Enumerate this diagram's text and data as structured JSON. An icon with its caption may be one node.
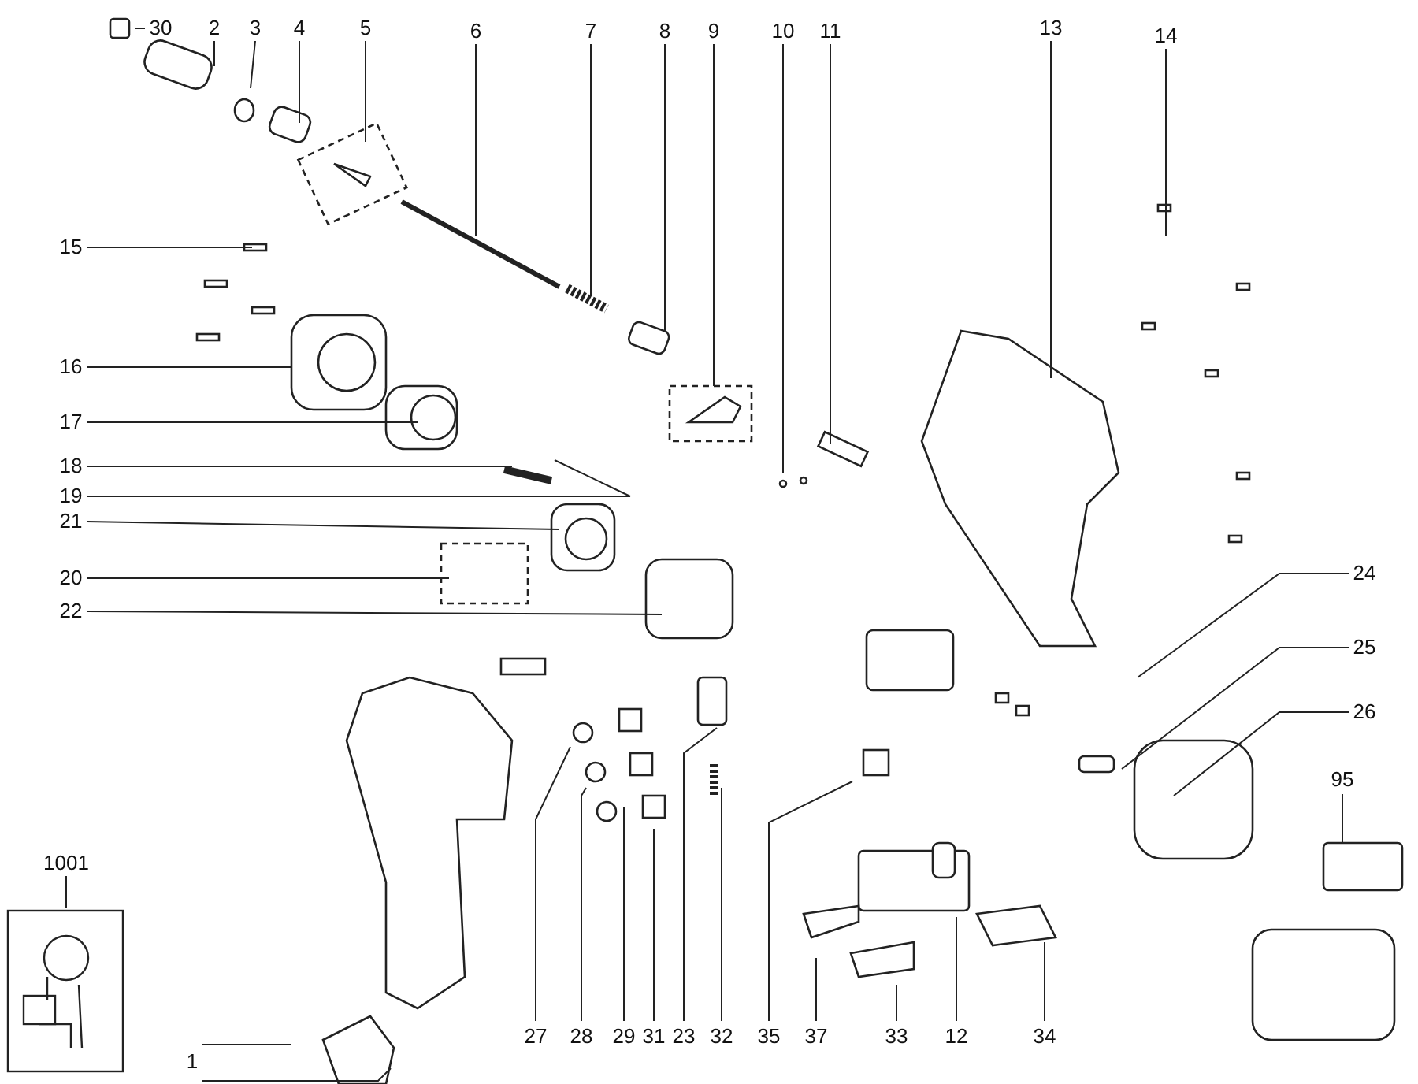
{
  "diagram": {
    "nodes": [
      {
        "text": [
          "30"
        ]
      },
      {
        "text": [
          "2"
        ]
      },
      {
        "text": [
          "3"
        ]
      },
      {
        "text": [
          "4"
        ]
      },
      {
        "text": [
          "5"
        ]
      },
      {
        "text": [
          "6"
        ]
      },
      {
        "text": [
          "7"
        ]
      },
      {
        "text": [
          "8"
        ]
      },
      {
        "text": [
          "9"
        ]
      },
      {
        "text": [
          "10"
        ]
      },
      {
        "text": [
          "11"
        ]
      },
      {
        "text": [
          "13"
        ]
      },
      {
        "text": [
          "14"
        ]
      },
      {
        "text": [
          "15"
        ]
      },
      {
        "text": [
          "16"
        ]
      },
      {
        "text": [
          "17"
        ]
      },
      {
        "text": [
          "18"
        ]
      },
      {
        "text": [
          "19"
        ]
      },
      {
        "text": [
          "21"
        ]
      },
      {
        "text": [
          "20"
        ]
      },
      {
        "text": [
          "22"
        ]
      },
      {
        "text": [
          "24"
        ]
      },
      {
        "text": [
          "25"
        ]
      },
      {
        "text": [
          "26"
        ]
      },
      {
        "text": [
          "95"
        ]
      },
      {
        "text": [
          "1001"
        ]
      },
      {
        "text": [
          "1"
        ]
      },
      {
        "text": [
          "27"
        ]
      },
      {
        "text": [
          "28"
        ]
      },
      {
        "text": [
          "29"
        ]
      },
      {
        "text": [
          "31"
        ]
      },
      {
        "text": [
          "23"
        ]
      },
      {
        "text": [
          "32"
        ]
      },
      {
        "text": [
          "35"
        ]
      },
      {
        "text": [
          "37"
        ]
      },
      {
        "text": [
          "33"
        ]
      },
      {
        "text": [
          "12"
        ]
      },
      {
        "text": [
          "34"
        ]
      }
    ],
    "edges": [
      {
        "from": 0,
        "to": null,
        "arrow": "none"
      },
      {
        "from": 1,
        "to": null,
        "arrow": "none"
      },
      {
        "from": 2,
        "to": null,
        "arrow": "none"
      },
      {
        "from": 3,
        "to": null,
        "arrow": "none"
      },
      {
        "from": 4,
        "to": null,
        "arrow": "none"
      },
      {
        "from": 5,
        "to": null,
        "arrow": "none"
      },
      {
        "from": 6,
        "to": null,
        "arrow": "none"
      },
      {
        "from": 7,
        "to": null,
        "arrow": "none"
      },
      {
        "from": 8,
        "to": null,
        "arrow": "none"
      },
      {
        "from": 9,
        "to": null,
        "arrow": "none"
      },
      {
        "from": 10,
        "to": null,
        "arrow": "none"
      },
      {
        "from": 11,
        "to": null,
        "arrow": "none"
      },
      {
        "from": 12,
        "to": null,
        "arrow": "none"
      },
      {
        "from": 13,
        "to": null,
        "arrow": "none"
      },
      {
        "from": 14,
        "to": null,
        "arrow": "none"
      },
      {
        "from": 15,
        "to": null,
        "arrow": "none"
      },
      {
        "from": 16,
        "to": null,
        "arrow": "none"
      },
      {
        "from": 17,
        "to": null,
        "arrow": "none"
      },
      {
        "from": 18,
        "to": null,
        "arrow": "none"
      },
      {
        "from": 19,
        "to": null,
        "arrow": "none"
      },
      {
        "from": 20,
        "to": null,
        "arrow": "none"
      },
      {
        "from": 21,
        "to": null,
        "arrow": "none"
      },
      {
        "from": 22,
        "to": null,
        "arrow": "none"
      },
      {
        "from": 23,
        "to": null,
        "arrow": "none"
      },
      {
        "from": 24,
        "to": null,
        "arrow": "none"
      },
      {
        "from": 25,
        "to": null,
        "arrow": "none"
      },
      {
        "from": 26,
        "to": null,
        "arrow": "none"
      },
      {
        "from": 26,
        "to": null,
        "arrow": "none"
      },
      {
        "from": 27,
        "to": null,
        "arrow": "none"
      },
      {
        "from": 28,
        "to": null,
        "arrow": "none"
      },
      {
        "from": 29,
        "to": null,
        "arrow": "none"
      },
      {
        "from": 30,
        "to": null,
        "arrow": "none"
      },
      {
        "from": 31,
        "to": null,
        "arrow": "none"
      },
      {
        "from": 32,
        "to": null,
        "arrow": "none"
      },
      {
        "from": 33,
        "to": null,
        "arrow": "none"
      },
      {
        "from": 34,
        "to": null,
        "arrow": "none"
      },
      {
        "from": 35,
        "to": null,
        "arrow": "none"
      },
      {
        "from": 36,
        "to": null,
        "arrow": "none"
      },
      {
        "from": 37,
        "to": null,
        "arrow": "none"
      }
    ]
  }
}
